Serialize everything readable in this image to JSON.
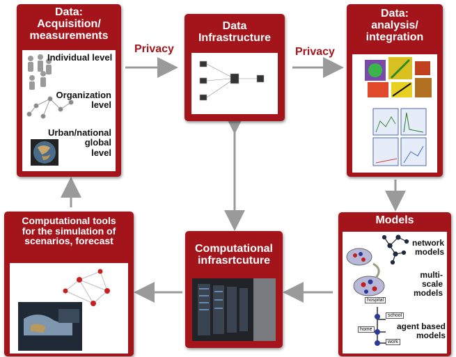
{
  "privacy": {
    "left": "Privacy",
    "right": "Privacy"
  },
  "acquisition": {
    "title_line1": "Data:",
    "title_line2": "Acquisition/",
    "title_line3": "measurements",
    "individual": "Individual level",
    "organization_line1": "Organization",
    "organization_line2": "level",
    "urban_line1": "Urban/national",
    "urban_line2": "global",
    "urban_line3": "level"
  },
  "infrastructure": {
    "title_line1": "Data",
    "title_line2": "Infrastructure"
  },
  "analysis": {
    "title_line1": "Data:",
    "title_line2": "analysis/",
    "title_line3": "integration"
  },
  "models": {
    "title": "Models",
    "network_line1": "network",
    "network_line2": "models",
    "multiscale_line1": "multi-scale",
    "multiscale_line2": "models",
    "agent_line1": "agent based",
    "agent_line2": "models",
    "node_hospital": "hospital",
    "node_school": "school",
    "node_home": "home",
    "node_work": "work"
  },
  "computational_infra": {
    "title_line1": "Computational",
    "title_line2": "infrasrtcuture"
  },
  "tools": {
    "title_line1": "Computational tools",
    "title_line2": "for the simulation of",
    "title_line3": "scenarios, forecast"
  },
  "colors": {
    "box_red": "#a3151b",
    "arrow_gray": "#9a9a9a"
  }
}
